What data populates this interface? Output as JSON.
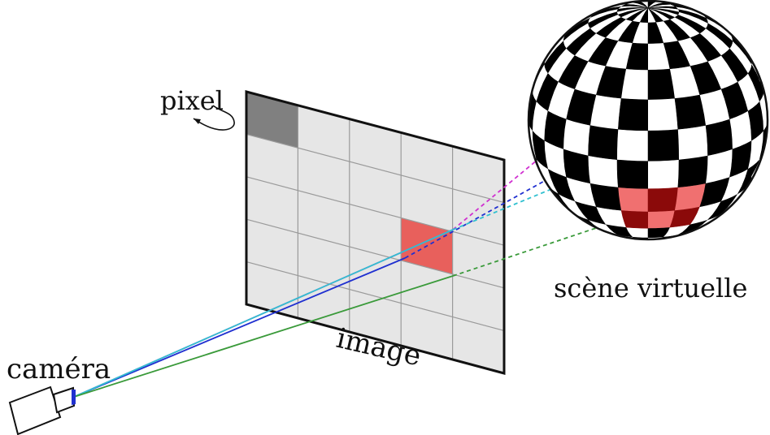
{
  "labels": {
    "pixel": "pixel",
    "image": "image",
    "camera": "caméra",
    "scene": "scène virtuelle"
  },
  "colors": {
    "image_plane": "#e6e6e6",
    "grid_line": "#9a9a9a",
    "selected_pixel": "#808080",
    "highlight": "#e8605c",
    "checker_dark": "#000000",
    "checker_light": "#ffffff",
    "sphere_highlight_dark": "#8b0a0a",
    "sphere_highlight_light": "#f07070",
    "ray_magenta": "#d030d0",
    "ray_blue": "#2030d0",
    "ray_cyan": "#30c0d0",
    "ray_green": "#3a9a3a"
  },
  "icons": {
    "camera": "camera-icon",
    "sphere": "checkered-sphere-icon"
  }
}
